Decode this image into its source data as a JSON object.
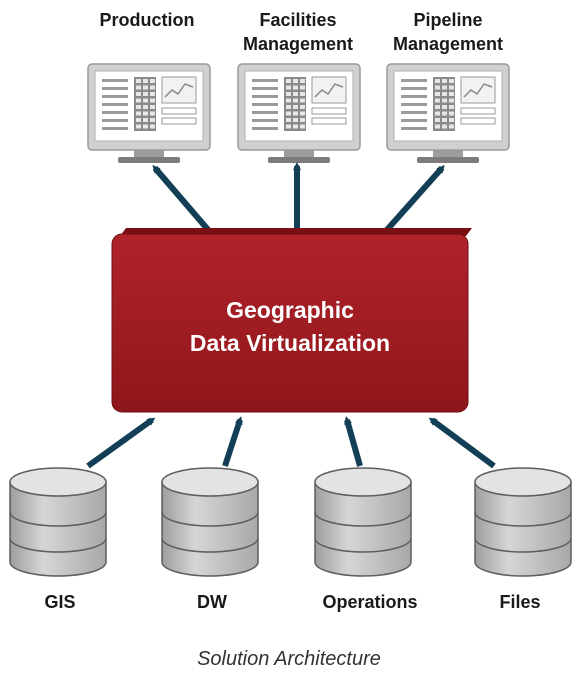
{
  "diagram": {
    "outputs": [
      {
        "name": "output-production",
        "lines": [
          "Production"
        ]
      },
      {
        "name": "output-facilities-management",
        "lines": [
          "Facilities",
          "Management"
        ]
      },
      {
        "name": "output-pipeline-management",
        "lines": [
          "Pipeline",
          "Management"
        ]
      }
    ],
    "core": {
      "lines": [
        "Geographic",
        "Data Virtualization"
      ]
    },
    "sources": [
      {
        "name": "source-gis",
        "label": "GIS"
      },
      {
        "name": "source-dw",
        "label": "DW"
      },
      {
        "name": "source-operations",
        "label": "Operations"
      },
      {
        "name": "source-files",
        "label": "Files"
      }
    ],
    "caption": "Solution Architecture"
  },
  "colors": {
    "core_fill": "#9e1a1f",
    "arrow": "#123e56",
    "monitor_frame": "#bfbfbf",
    "database": "#bdbdbd"
  }
}
